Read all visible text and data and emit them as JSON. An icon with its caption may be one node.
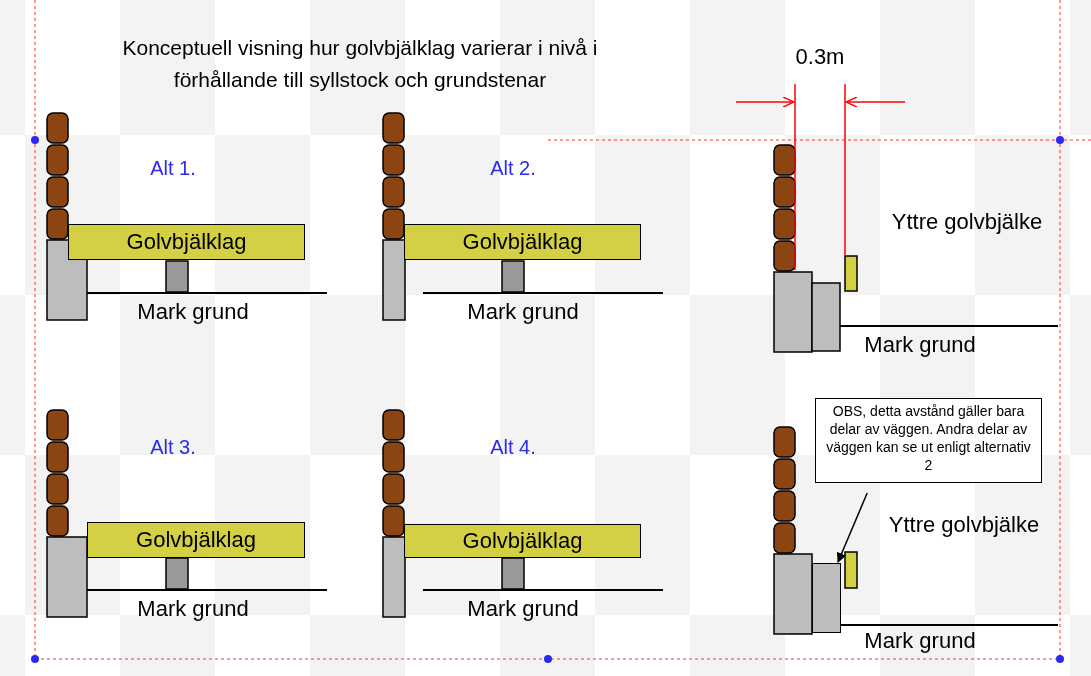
{
  "diagram": {
    "title": "Konceptuell visning hur golvbjälklag varierar i nivå i förhållande till syllstock och grundstenar",
    "nodes": [
      {
        "text": [
          "Golvbjälklag"
        ]
      },
      {
        "text": [
          "Golvbjälklag"
        ]
      },
      {
        "text": [
          "Golvbjälklag"
        ]
      },
      {
        "text": [
          "Golvbjälklag"
        ]
      },
      {
        "text": [
          "OBS, detta avstånd gäller bara delar av väggen. Andra delar av väggen kan se ut enligt alternativ 2"
        ]
      },
      {
        "text": [],
        "shape": "box"
      }
    ],
    "edges": [
      {
        "from": 4,
        "to": 5,
        "arrow": "to"
      }
    ],
    "labels": [
      "0.3m",
      "Alt 1.",
      "Alt 2.",
      "Yttre golvbjälke",
      "Mark grund",
      "Mark grund",
      "Mark grund",
      "Alt 3.",
      "Alt 4.",
      "Yttre golvbjälke",
      "Mark grund",
      "Mark grund",
      "Mark grund"
    ]
  }
}
